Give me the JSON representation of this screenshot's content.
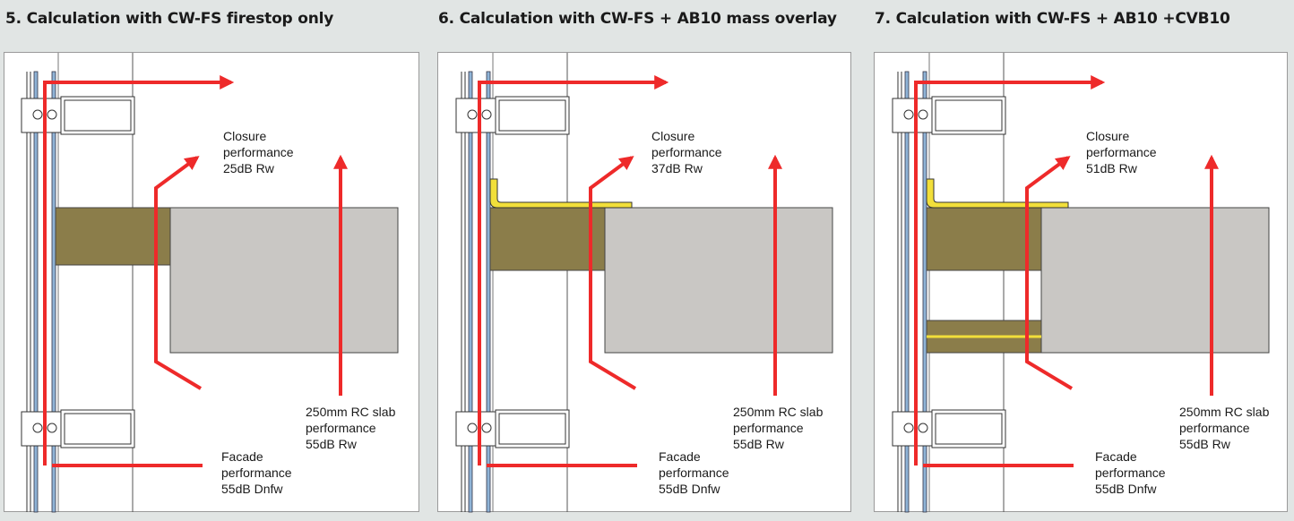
{
  "colors": {
    "background": "#e1e5e4",
    "panel": "#ffffff",
    "firestop": "#8b7d4a",
    "slab": "#c9c7c4",
    "flow_arrow": "#ee2a2a",
    "overlay_yellow": "#f2df3a",
    "glass_blue": "#8fb3d6"
  },
  "panels": [
    {
      "title": "5. Calculation with CW-FS firestop only",
      "closure": {
        "line1": "Closure",
        "line2": "performance",
        "line3": "25dB Rw"
      },
      "slab": {
        "line1": "250mm RC slab",
        "line2": "performance",
        "line3": "55dB Rw"
      },
      "facade": {
        "line1": "Facade",
        "line2": "performance",
        "line3": "55dB Dnfw"
      }
    },
    {
      "title": "6. Calculation with CW-FS + AB10 mass overlay",
      "closure": {
        "line1": "Closure",
        "line2": "performance",
        "line3": "37dB Rw"
      },
      "slab": {
        "line1": "250mm RC slab",
        "line2": "performance",
        "line3": "55dB Rw"
      },
      "facade": {
        "line1": "Facade",
        "line2": "performance",
        "line3": "55dB Dnfw"
      }
    },
    {
      "title": "7. Calculation with CW-FS + AB10 +CVB10",
      "closure": {
        "line1": "Closure",
        "line2": "performance",
        "line3": "51dB Rw"
      },
      "slab": {
        "line1": "250mm RC slab",
        "line2": "performance",
        "line3": "55dB Rw"
      },
      "facade": {
        "line1": "Facade",
        "line2": "performance",
        "line3": "55dB Dnfw"
      }
    }
  ]
}
